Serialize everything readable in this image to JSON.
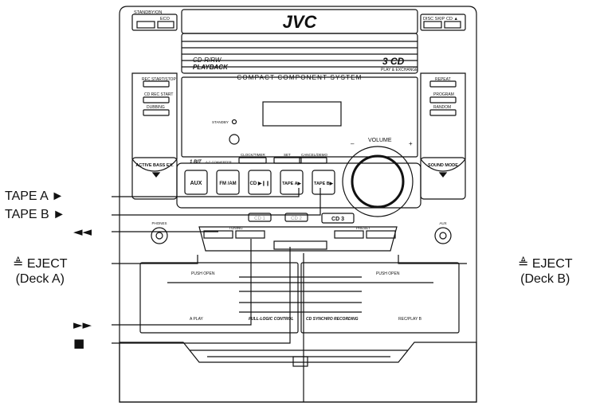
{
  "device": {
    "brand": "JVC",
    "subtitle": "COMPACT  COMPONENT  SYSTEM",
    "cd_badge_line1": "CD-R/RW",
    "cd_badge_line2": "PLAYBACK",
    "cd_logo": "3 CD",
    "cd_logo_sub": "PLAY & EXCHANGE",
    "standby_on": "STANDBY/ON",
    "standby_on_sym": "⏻ |",
    "eco": "ECO",
    "disc_skip": "DISC SKIP",
    "cd_eject": "CD ▲",
    "rec_start_stop": "REC START/STOP",
    "cd_rec_start": "CD REC START",
    "dubbing": "DUBBING",
    "repeat": "REPEAT",
    "program": "PROGRAM",
    "random": "RANDOM",
    "standby": "STANDBY",
    "volume": "VOLUME",
    "vol_minus": "–",
    "vol_plus": "+",
    "one_bit": "1 BIT",
    "one_bit_sub": "Δ-Σ CONVERTER",
    "clock_timer": "CLOCK/TIMER",
    "set": "SET",
    "cancel_demo": "CANCEL/DEMO",
    "active_bass": "ACTIVE BASS EX.",
    "sound_mode": "SOUND MODE",
    "btn_aux": "AUX",
    "btn_fm_am": "FM /AM",
    "btn_cd": "CD ▶❙❙",
    "btn_tape_a": "TAPE A▶",
    "btn_tape_b": "TAPE B▶",
    "cd1": "CD 1",
    "cd2": "CD 2",
    "cd3": "CD 3",
    "phones": "PHONES",
    "aux": "AUX",
    "tuning": "TUNING",
    "preset": "PRESET",
    "push_open": "PUSH OPEN",
    "a_play": "A PLAY",
    "rec_play_b": "REC/PLAY B",
    "full_logic": "FULL-LOGIC CONTROL",
    "cd_synchro": "CD SYNCHRO RECORDING"
  },
  "callouts": {
    "tape_a": "TAPE A ►",
    "tape_b": "TAPE B ►",
    "rewind": "◄◄",
    "eject_a_line1": "≜ EJECT",
    "eject_a_line2": "(Deck A)",
    "fast_forward": "►►",
    "stop": "■",
    "eject_b_line1": "≜ EJECT",
    "eject_b_line2": "(Deck B)"
  }
}
